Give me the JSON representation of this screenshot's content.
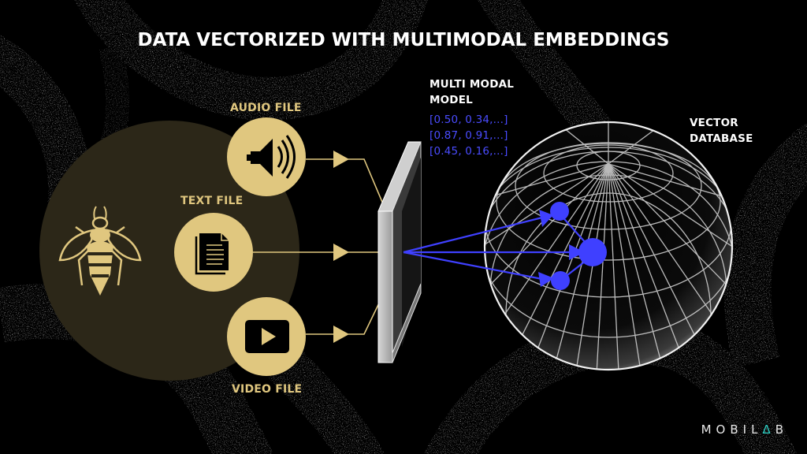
{
  "title": "DATA VECTORIZED WITH MULTIMODAL EMBEDDINGS",
  "colors": {
    "background": "#000000",
    "gold": "#e0c77f",
    "dark_gold_circle": "#2c2718",
    "vector_blue": "#4a4cff",
    "logo_accent": "#2fd1c6",
    "text_white": "#ffffff"
  },
  "source": {
    "icon": "bee-icon",
    "inputs": [
      {
        "label": "AUDIO FILE",
        "icon": "speaker-icon"
      },
      {
        "label": "TEXT FILE",
        "icon": "document-icon"
      },
      {
        "label": "VIDEO FILE",
        "icon": "video-play-icon"
      }
    ]
  },
  "model": {
    "label_line1": "MULTI MODAL",
    "label_line2": "MODEL",
    "vectors": [
      "[0.50, 0.34,...]",
      "[0.87, 0.91,...]",
      "[0.45, 0.16,...]"
    ]
  },
  "database": {
    "label_line1": "VECTOR",
    "label_line2": "DATABASE",
    "icon": "globe-sphere-icon"
  },
  "logo": {
    "prefix": "MOBIL",
    "accent": "Δ",
    "suffix": "B"
  }
}
